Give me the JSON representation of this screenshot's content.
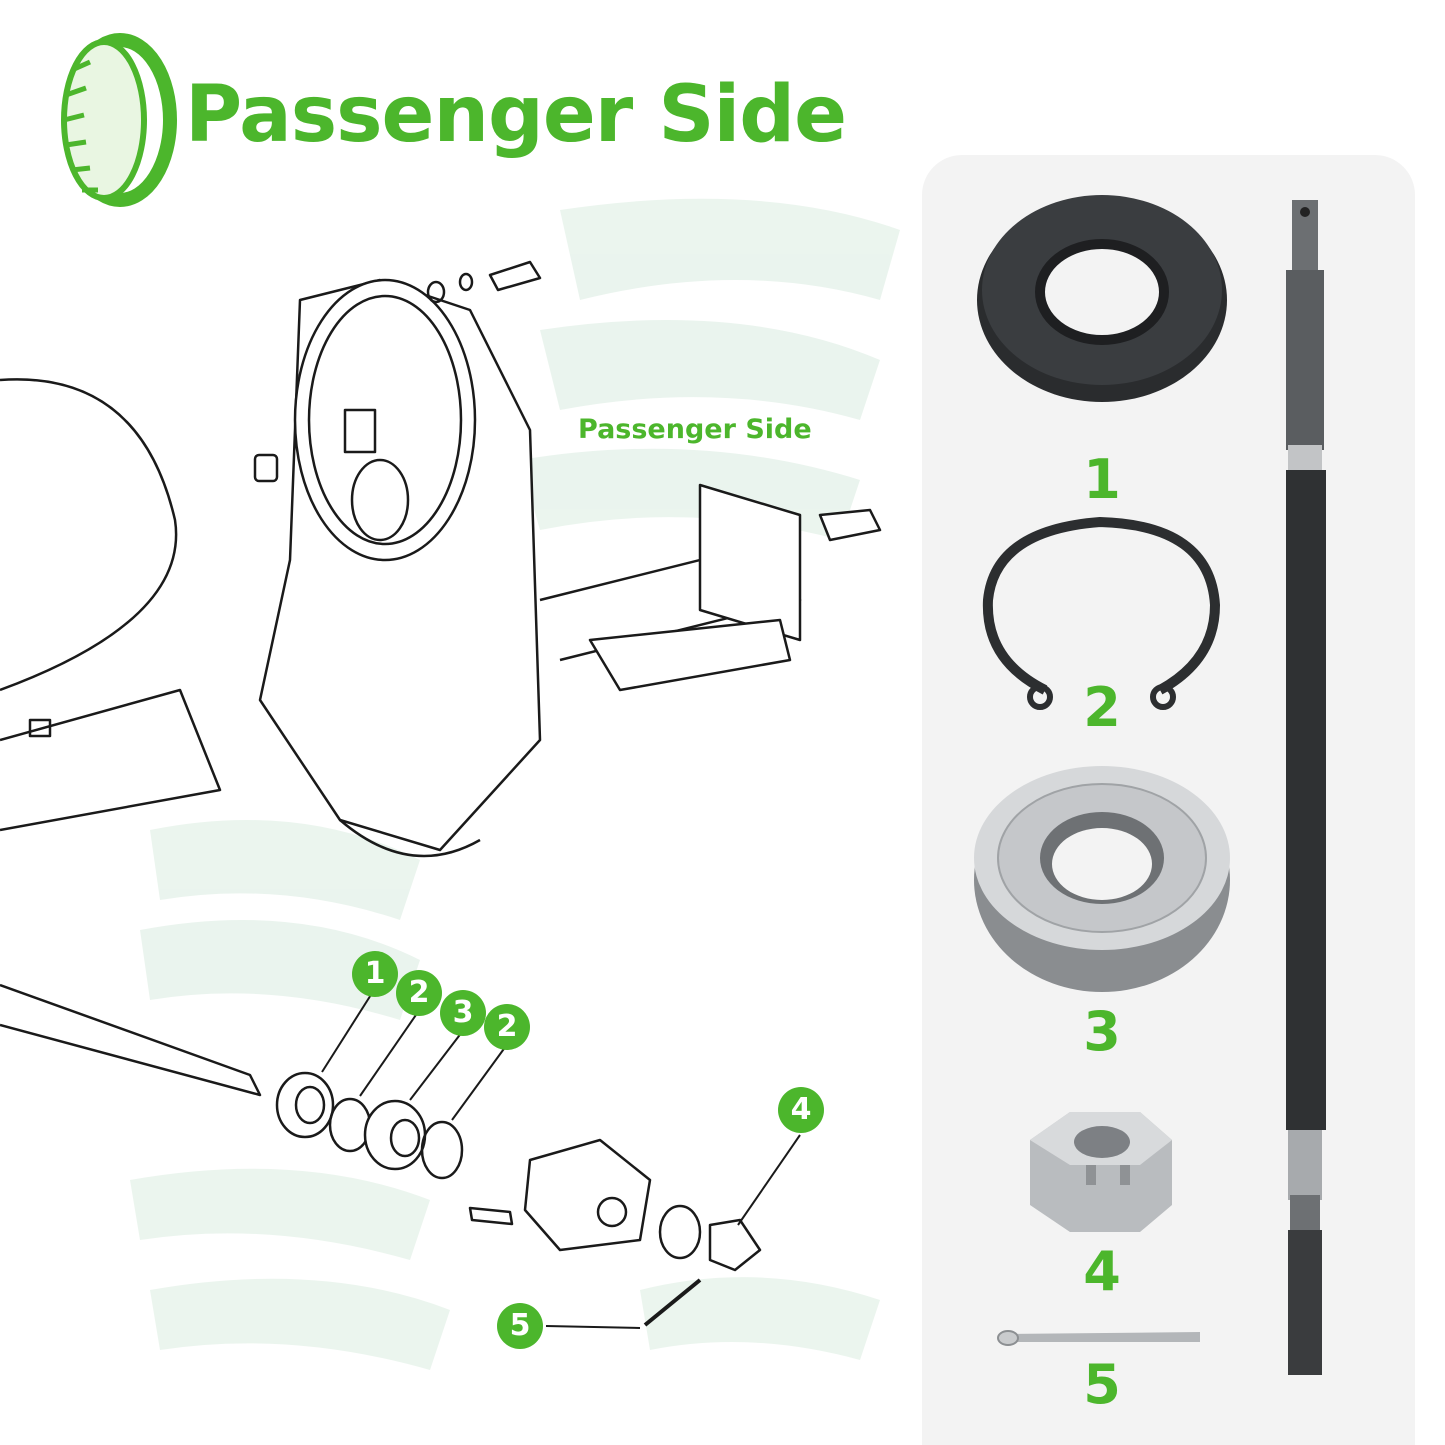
{
  "title": "Passenger Side",
  "subtitle": "Passenger Side",
  "accent_color": "#4cb62c",
  "logo_icon": "tire-icon",
  "diagram_callouts": [
    "1",
    "2",
    "3",
    "2",
    "4",
    "5"
  ],
  "parts": [
    {
      "number": "1",
      "icon": "oil-seal-icon"
    },
    {
      "number": "2",
      "icon": "snap-ring-icon"
    },
    {
      "number": "3",
      "icon": "bearing-icon"
    },
    {
      "number": "4",
      "icon": "castle-nut-icon"
    },
    {
      "number": "5",
      "icon": "cotter-pin-icon"
    }
  ],
  "axle_icon": "axle-shaft-icon"
}
